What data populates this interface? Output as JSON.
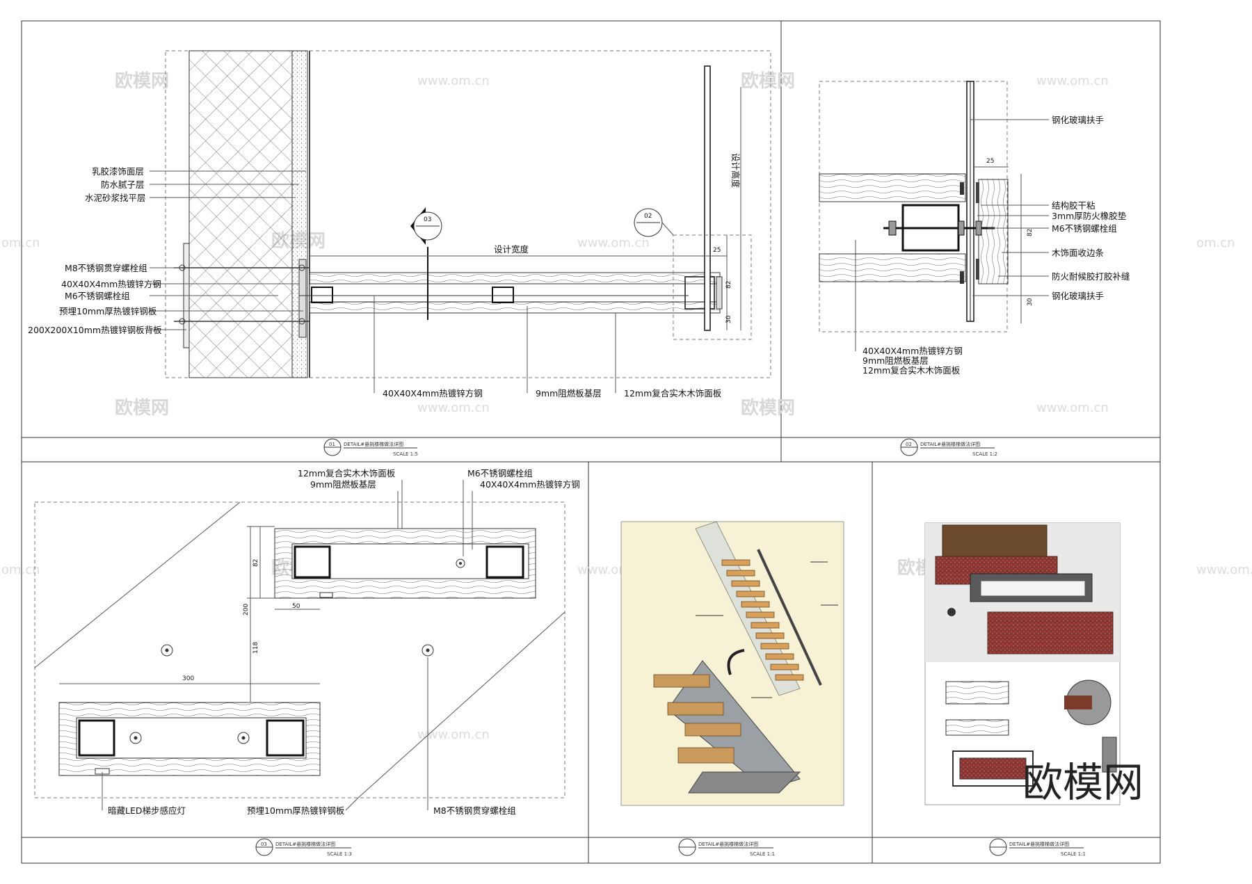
{
  "watermark": {
    "brand": "欧模网",
    "url": "www.om.cn",
    "url_partial": "om.cn"
  },
  "brand_logo": "欧模网",
  "panel1": {
    "title": "DETAIL#悬挑楼梯做法详图",
    "scale": "SCALE 1:5",
    "number": "01",
    "ref_03": "03",
    "ref_02": "02",
    "labels": {
      "latex": "乳胶漆饰面层",
      "putty": "防水腻子层",
      "mortar": "水泥砂浆找平层",
      "m8": "M8不锈钢贯穿螺栓组",
      "tube": "40X40X4mm热镀锌方钢",
      "m6": "M6不锈钢螺栓组",
      "embed": "预埋10mm厚热镀锌钢板",
      "backplate": "200X200X10mm热镀锌钢板背板",
      "tube_bottom": "40X40X4mm热镀锌方钢",
      "board9": "9mm阻燃板基层",
      "board12": "12mm复合实木木饰面板",
      "width": "设计宽度",
      "height": "设计高度"
    },
    "dims": {
      "d25": "25",
      "d82": "82",
      "d30": "30"
    }
  },
  "panel2": {
    "title": "DETAIL#悬挑楼梯做法详图",
    "scale": "SCALE 1:2",
    "number": "02",
    "labels": {
      "glass_top": "钢化玻璃扶手",
      "glue": "结构胶干粘",
      "rubber": "3mm厚防火橡胶垫",
      "m6": "M6不锈钢螺栓组",
      "trim": "木饰面收边条",
      "sealant": "防火耐候胶打胶补缝",
      "glass_bottom": "钢化玻璃扶手",
      "tube": "40X40X4mm热镀锌方钢",
      "board9": "9mm阻燃板基层",
      "board12": "12mm复合实木木饰面板"
    },
    "dims": {
      "d25": "25",
      "d82": "82",
      "d30": "30"
    }
  },
  "panel3": {
    "title": "DETAIL#悬挑楼梯做法详图",
    "scale": "SCALE 1:3",
    "number": "03",
    "labels": {
      "board12": "12mm复合实木木饰面板",
      "board9": "9mm阻燃板基层",
      "m6": "M6不锈钢螺栓组",
      "tube": "40X40X4mm热镀锌方钢",
      "led": "暗藏LED梯步感应灯",
      "embed": "预埋10mm厚热镀锌钢板",
      "m8": "M8不锈钢贯穿螺栓组"
    },
    "dims": {
      "d82": "82",
      "d200": "200",
      "d118": "118",
      "d50": "50",
      "d300": "300"
    }
  },
  "panel4": {
    "title": "DETAIL#悬挑楼梯做法详图",
    "scale": "SCALE 1:1"
  },
  "panel5": {
    "title": "DETAIL#悬挑楼梯做法详图",
    "scale": "SCALE 1:1"
  }
}
